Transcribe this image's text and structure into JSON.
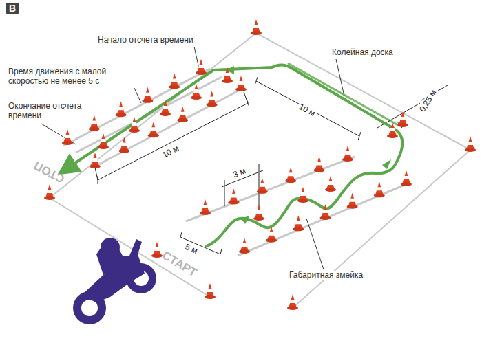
{
  "diagram": {
    "labels": [
      "В",
      "Начало отсчета времени",
      "Время движения с малой скоростью не менее 5 с",
      "Окончание отсчета времени",
      "10 м",
      "Колейная доска",
      "10 м",
      "0,25 м",
      "3 м",
      "5 м",
      "Габаритная змейка",
      "СТАРТ",
      "СТОП"
    ]
  }
}
